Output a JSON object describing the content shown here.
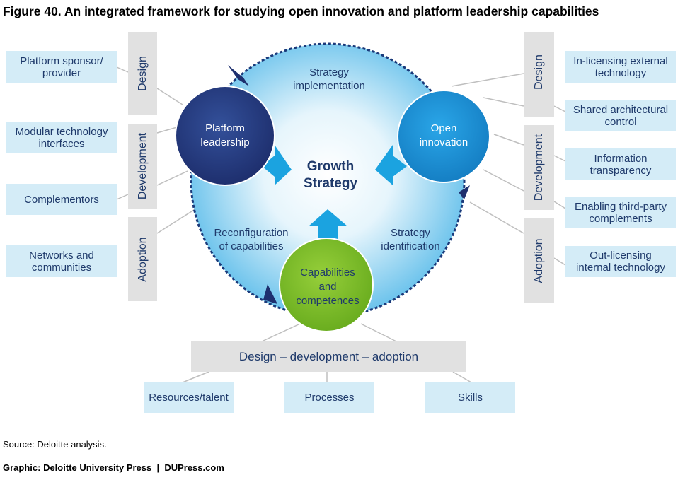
{
  "title": "Figure 40. An integrated framework for studying open innovation and platform leadership capabilities",
  "center": {
    "line1": "Growth",
    "line2": "Strategy"
  },
  "segments": {
    "implementation": {
      "line1": "Strategy",
      "line2": "implementation"
    },
    "reconfiguration": {
      "line1": "Reconfiguration",
      "line2": "of capabilities"
    },
    "identification": {
      "line1": "Strategy",
      "line2": "identification"
    }
  },
  "nodes": {
    "platform": {
      "line1": "Platform",
      "line2": "leadership"
    },
    "open": {
      "line1": "Open",
      "line2": "innovation"
    },
    "capabilities": {
      "line1": "Capabilities",
      "line2": "and",
      "line3": "competences"
    }
  },
  "stages": {
    "design": "Design",
    "development": "Development",
    "adoption": "Adoption"
  },
  "left_boxes": [
    {
      "line1": "Platform sponsor/",
      "line2": "provider"
    },
    {
      "line1": "Modular technology",
      "line2": "interfaces"
    },
    {
      "line1": "Complementors",
      "line2": ""
    },
    {
      "line1": "Networks and",
      "line2": "communities"
    }
  ],
  "right_boxes": [
    {
      "line1": "In-licensing external",
      "line2": "technology"
    },
    {
      "line1": "Shared architectural",
      "line2": "control"
    },
    {
      "line1": "Information",
      "line2": "transparency"
    },
    {
      "line1": "Enabling third-party",
      "line2": "complements"
    },
    {
      "line1": "Out-licensing",
      "line2": "internal technology"
    }
  ],
  "bottom_bar": "Design – development – adoption",
  "bottom_boxes": [
    "Resources/talent",
    "Processes",
    "Skills"
  ],
  "source": "Source: Deloitte analysis.",
  "graphic": "Graphic: Deloitte University Press  |  DUPress.com",
  "colors": {
    "label_text": "#1f3a6b",
    "light_box": "#d4ecf7",
    "grey_bar": "#e1e1e1",
    "platform_node": "#263a80",
    "open_node": "#1b90d6",
    "capabilities_node": "#7bbd26",
    "arrow": "#1ba3e0",
    "connector": "#bfbfbf"
  }
}
